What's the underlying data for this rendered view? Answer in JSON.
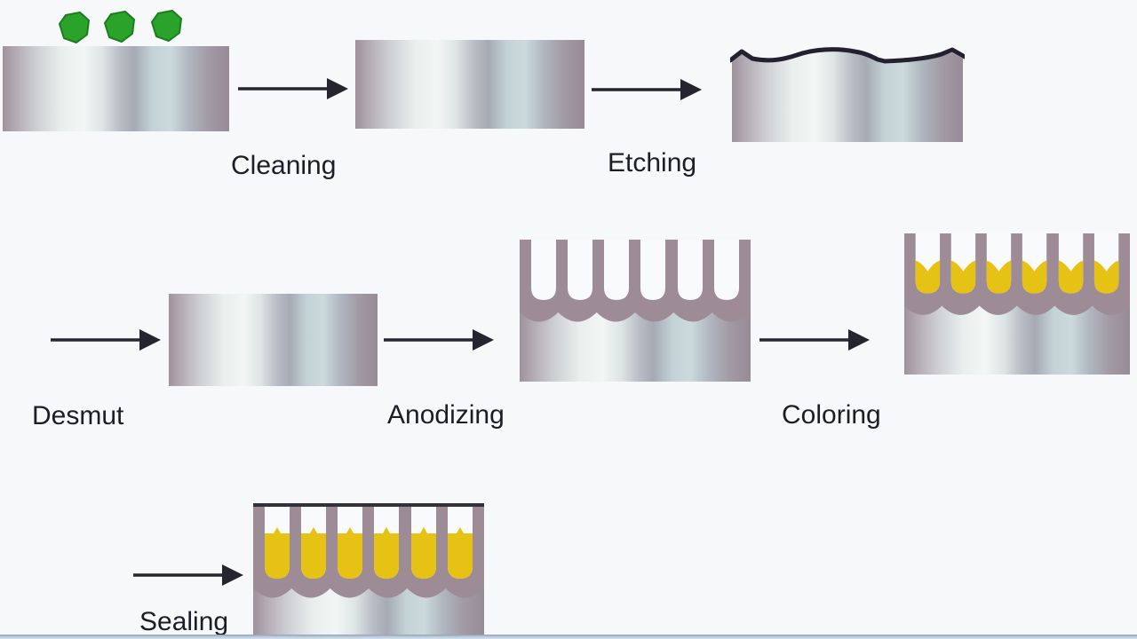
{
  "steps": [
    {
      "id": "cleaning",
      "label": "Cleaning"
    },
    {
      "id": "etching",
      "label": "Etching"
    },
    {
      "id": "desmut",
      "label": "Desmut"
    },
    {
      "id": "anodizing",
      "label": "Anodizing"
    },
    {
      "id": "coloring",
      "label": "Coloring"
    },
    {
      "id": "sealing",
      "label": "Sealing"
    }
  ],
  "colors": {
    "background": "#f6f8fa",
    "label_text": "#1e1d27",
    "arrow": "#26242f",
    "metal_shadow": "#9e929c",
    "metal_highlight": "#f2f6f4",
    "oxide_layer": "#9d8c95",
    "dye_yellow": "#e6c214",
    "contaminant_green": "#2aa32a",
    "contaminant_green_edge": "#1d7d1d",
    "etch_line": "#232130",
    "seal_cap": "#33313c",
    "pore_background": "#f8fafb",
    "bottom_strip": "#b9c8d8"
  }
}
